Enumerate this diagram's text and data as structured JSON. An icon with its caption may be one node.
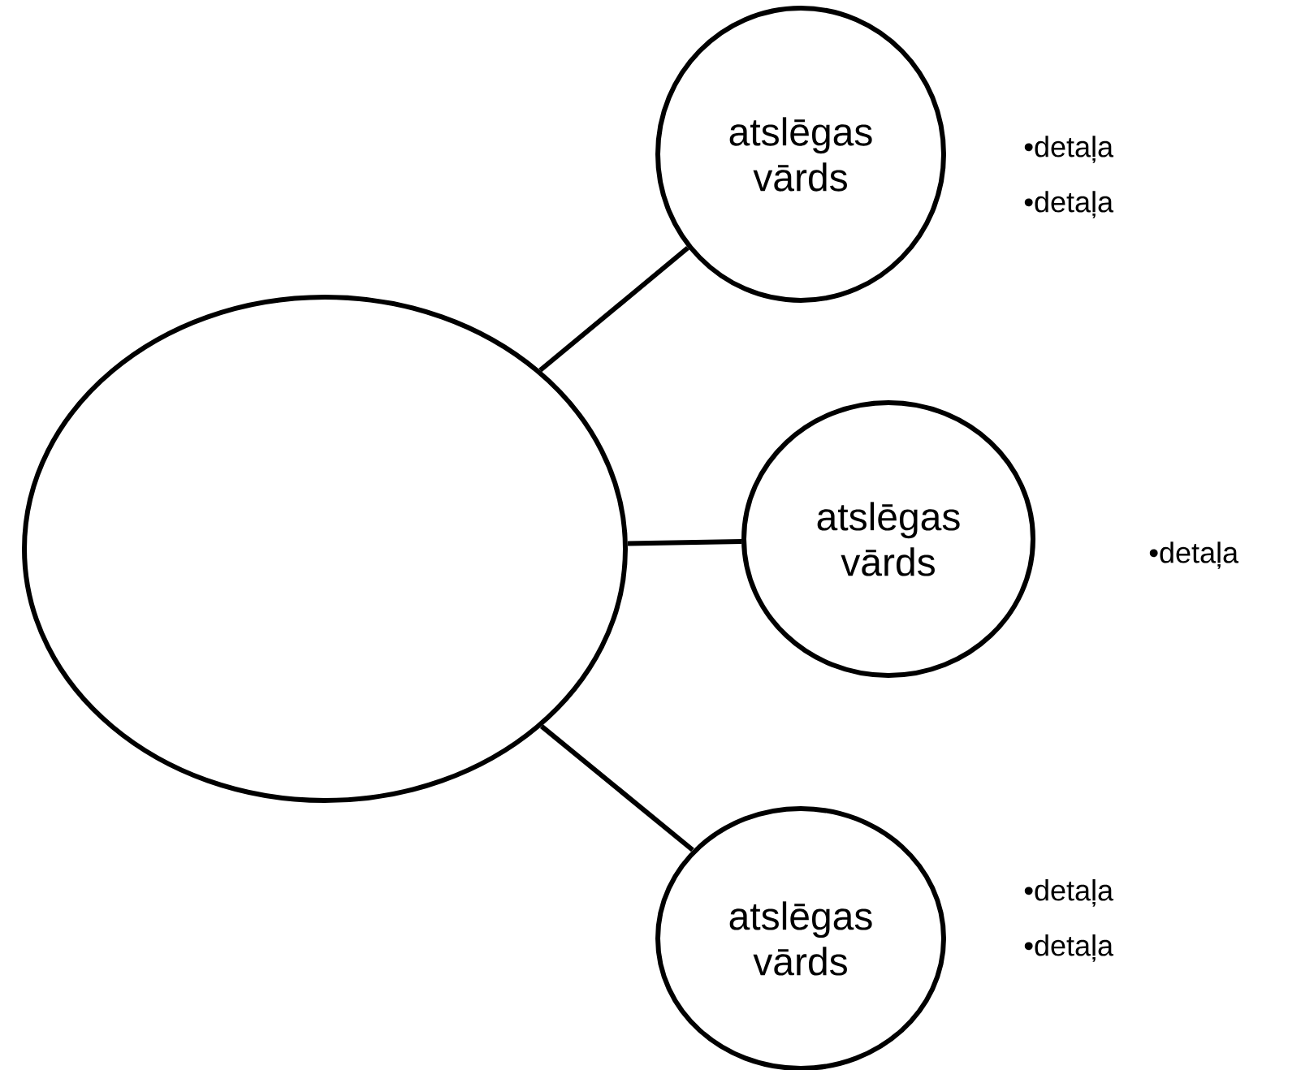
{
  "diagram": {
    "nodes": [
      {
        "text": [],
        "shape": "circle"
      },
      {
        "text": [
          "atslēgas vārds"
        ],
        "beside": [
          "•detaļa",
          "•detaļa"
        ]
      },
      {
        "text": [
          "atslēgas vārds"
        ],
        "beside": [
          "•detaļa"
        ]
      },
      {
        "text": [
          "atslēgas vārds"
        ],
        "beside": [
          "•detaļa",
          "•detaļa"
        ]
      }
    ],
    "edges": [
      {
        "from": 0,
        "to": 1,
        "arrow": "none"
      },
      {
        "from": 0,
        "to": 2,
        "arrow": "none"
      },
      {
        "from": 0,
        "to": 3,
        "arrow": "none"
      }
    ]
  }
}
